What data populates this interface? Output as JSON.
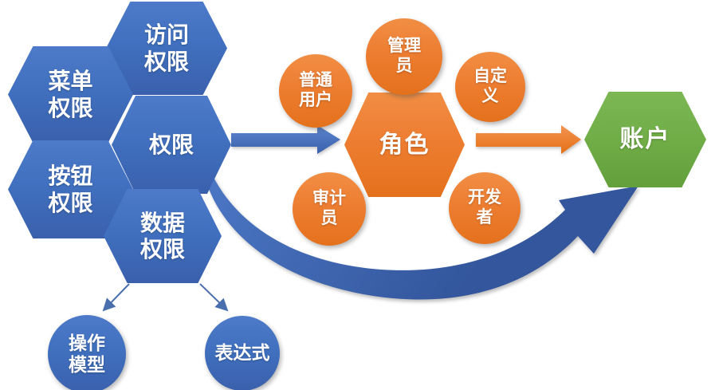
{
  "colors": {
    "blue": "#4472c4",
    "blue_dark": "#3a60ac",
    "orange": "#ed7d31",
    "green": "#70ad47",
    "text": "#ffffff",
    "thin_arrow": "#4a6fae"
  },
  "nodes": {
    "access_permission": {
      "lines": [
        "访问",
        "权限"
      ],
      "shape": "hexagon",
      "color": "blue"
    },
    "menu_permission": {
      "lines": [
        "菜单",
        "权限"
      ],
      "shape": "hexagon",
      "color": "blue"
    },
    "permission": {
      "lines": [
        "权限"
      ],
      "shape": "hexagon",
      "color": "blue"
    },
    "button_permission": {
      "lines": [
        "按钮",
        "权限"
      ],
      "shape": "hexagon",
      "color": "blue"
    },
    "data_permission": {
      "lines": [
        "数据",
        "权限"
      ],
      "shape": "hexagon",
      "color": "blue"
    },
    "role": {
      "lines": [
        "角色"
      ],
      "shape": "hexagon",
      "color": "orange"
    },
    "account": {
      "lines": [
        "账户"
      ],
      "shape": "hexagon",
      "color": "green"
    },
    "admin": {
      "lines": [
        "管理",
        "员"
      ],
      "shape": "circle",
      "color": "orange"
    },
    "normal_user": {
      "lines": [
        "普通",
        "用户"
      ],
      "shape": "circle",
      "color": "orange"
    },
    "custom": {
      "lines": [
        "自定",
        "义"
      ],
      "shape": "circle",
      "color": "orange"
    },
    "auditor": {
      "lines": [
        "审计",
        "员"
      ],
      "shape": "circle",
      "color": "orange"
    },
    "developer": {
      "lines": [
        "开发",
        "者"
      ],
      "shape": "circle",
      "color": "orange"
    },
    "operation_model": {
      "lines": [
        "操作",
        "模型"
      ],
      "shape": "circle",
      "color": "blue"
    },
    "expression": {
      "lines": [
        "表达式"
      ],
      "shape": "circle",
      "color": "blue"
    }
  },
  "edges": [
    {
      "from": "权限",
      "to": "角色",
      "type": "block-arrow",
      "color": "blue"
    },
    {
      "from": "角色",
      "to": "账户",
      "type": "block-arrow",
      "color": "orange"
    },
    {
      "from": "数据权限",
      "to": "账户",
      "type": "curved-arrow",
      "color": "blue"
    },
    {
      "from": "数据权限",
      "to": "操作模型",
      "type": "thin-arrow",
      "color": "blue"
    },
    {
      "from": "数据权限",
      "to": "表达式",
      "type": "thin-arrow",
      "color": "blue"
    }
  ]
}
